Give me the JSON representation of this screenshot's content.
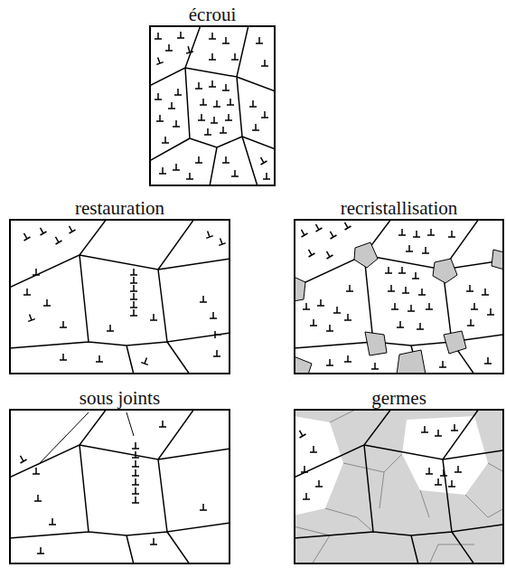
{
  "diagram": {
    "nodes": [
      {
        "text": [
          "écroui"
        ]
      },
      {
        "text": [
          "restauration"
        ]
      },
      {
        "text": [
          "recristallisation"
        ]
      },
      {
        "text": [
          "sous joints"
        ]
      },
      {
        "text": [
          "germes"
        ]
      }
    ]
  }
}
